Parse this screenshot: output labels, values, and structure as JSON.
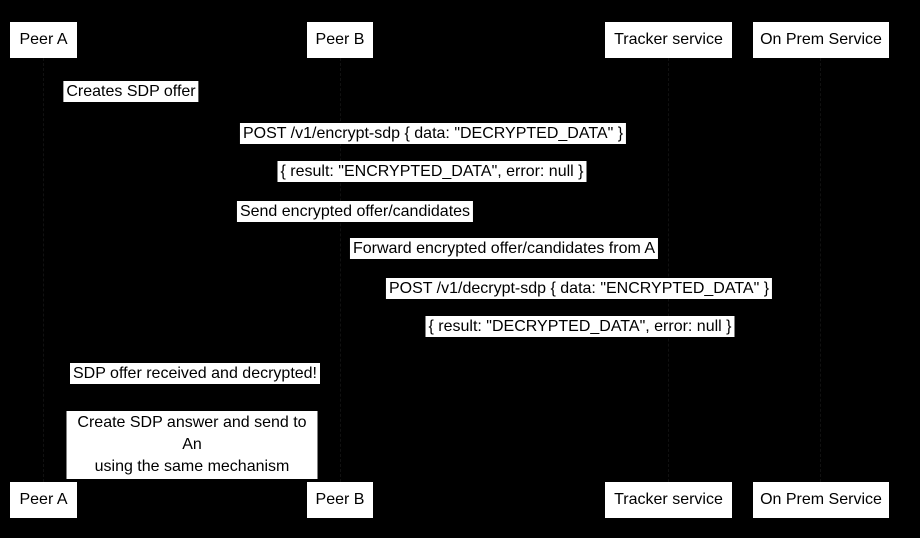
{
  "diagram": {
    "type": "sequence-diagram",
    "background_color": "#000000",
    "box_background_color": "#ffffff",
    "box_text_color": "#000000",
    "actors": [
      {
        "label": "Peer A"
      },
      {
        "label": "Peer B"
      },
      {
        "label": "Tracker service"
      },
      {
        "label": "On Prem Service"
      }
    ],
    "messages": [
      {
        "text": "Creates SDP offer"
      },
      {
        "text": "POST /v1/encrypt-sdp { data: \"DECRYPTED_DATA\" }"
      },
      {
        "text": "{ result: \"ENCRYPTED_DATA\", error: null }"
      },
      {
        "text": "Send encrypted offer/candidates"
      },
      {
        "text": "Forward encrypted offer/candidates from A"
      },
      {
        "text": "POST /v1/decrypt-sdp { data: \"ENCRYPTED_DATA\" }"
      },
      {
        "text": "{ result: \"DECRYPTED_DATA\", error: null }"
      },
      {
        "text": "SDP offer received and decrypted!"
      }
    ],
    "note": {
      "line1": "Create SDP answer and send to An",
      "line2": "using the same mechanism"
    }
  }
}
